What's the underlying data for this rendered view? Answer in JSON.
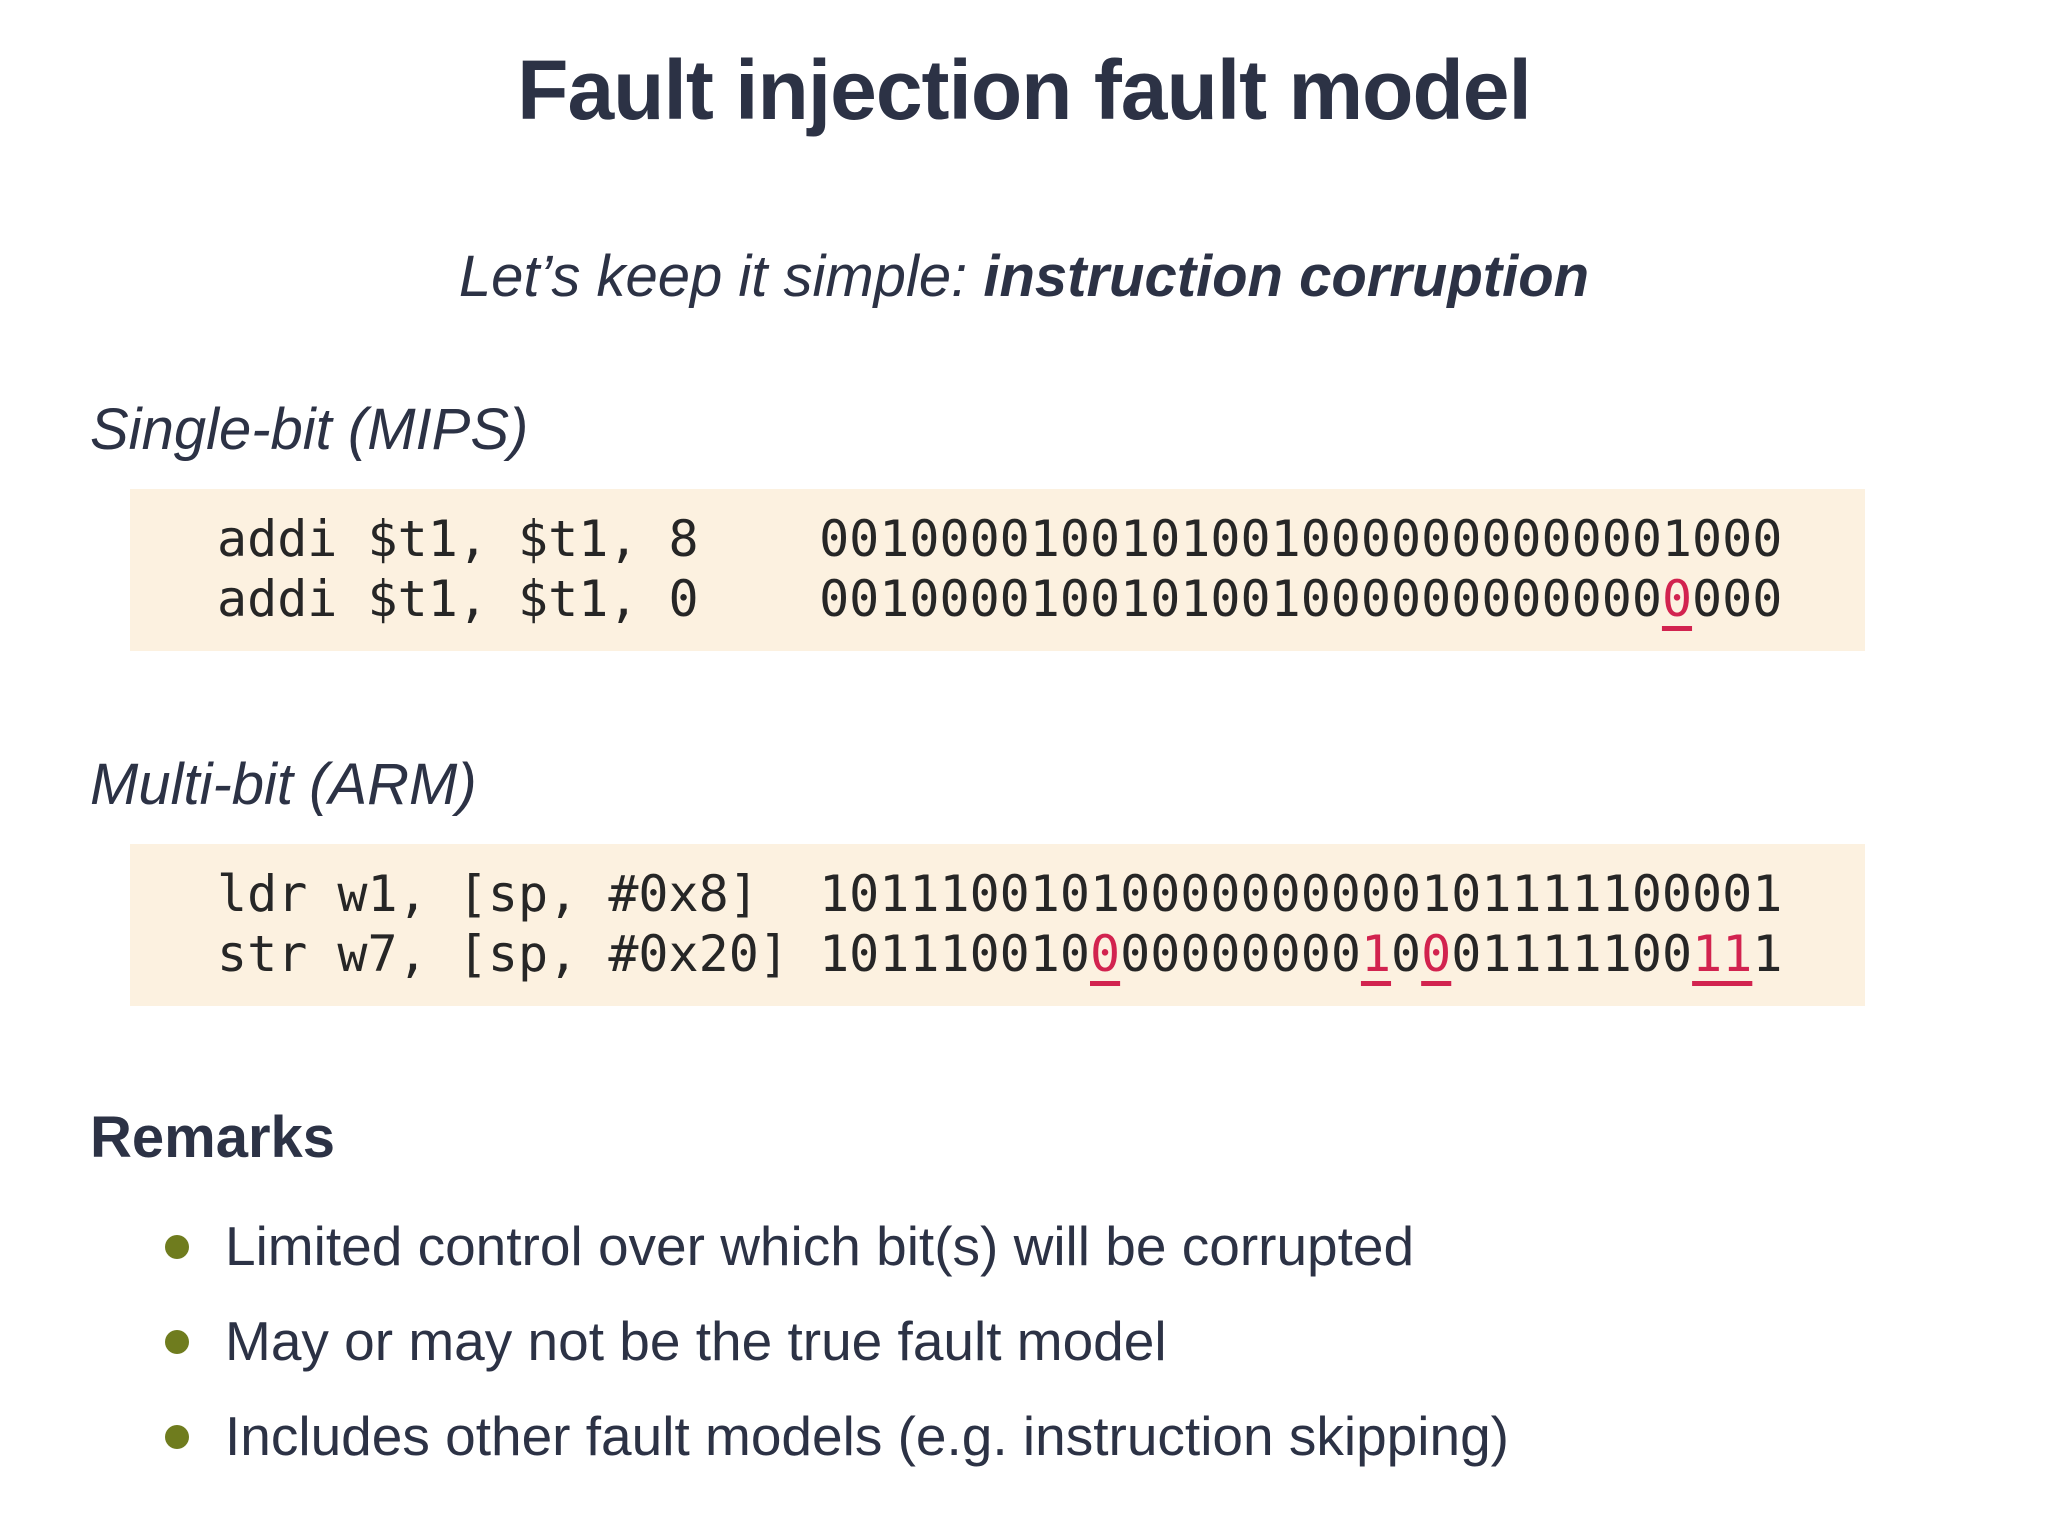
{
  "slide": {
    "title": "Fault injection fault model",
    "subtitle": {
      "prefix": "Let’s keep it simple: ",
      "emphasis": "instruction corruption"
    }
  },
  "sections": [
    {
      "heading": "Single-bit (MIPS)",
      "lines": [
        {
          "asm": "addi $t1, $t1, 8",
          "gap": "    ",
          "bits": [
            {
              "t": "00100001001010010000000000001000",
              "hl": false
            }
          ]
        },
        {
          "asm": "addi $t1, $t1, 0",
          "gap": "    ",
          "bits": [
            {
              "t": "0010000100101001000000000000",
              "hl": false
            },
            {
              "t": "0",
              "hl": true
            },
            {
              "t": "000",
              "hl": false
            }
          ]
        }
      ]
    },
    {
      "heading": "Multi-bit (ARM)",
      "lines": [
        {
          "asm": "ldr w1, [sp, #0x8]",
          "gap": "  ",
          "bits": [
            {
              "t": "10111001010000000000101111100001",
              "hl": false
            }
          ]
        },
        {
          "asm": "str w7, [sp, #0x20]",
          "gap": " ",
          "bits": [
            {
              "t": "101110010",
              "hl": false
            },
            {
              "t": "0",
              "hl": true
            },
            {
              "t": "00000000",
              "hl": false
            },
            {
              "t": "1",
              "hl": true
            },
            {
              "t": "0",
              "hl": false
            },
            {
              "t": "0",
              "hl": true
            },
            {
              "t": "01111100",
              "hl": false
            },
            {
              "t": "11",
              "hl": true
            },
            {
              "t": "1",
              "hl": false
            }
          ]
        }
      ]
    }
  ],
  "remarks": {
    "heading": "Remarks",
    "items": [
      "Limited control over which bit(s) will be corrupted",
      "May or may not be the true fault model",
      "Includes other fault models (e.g. instruction skipping)"
    ]
  },
  "colors": {
    "background": "#ffffff",
    "text": "#2c3245",
    "code_text": "#262626",
    "code_background": "#fcf1e0",
    "bit_highlight": "#d2234f",
    "bullet": "#6f7c1e"
  }
}
